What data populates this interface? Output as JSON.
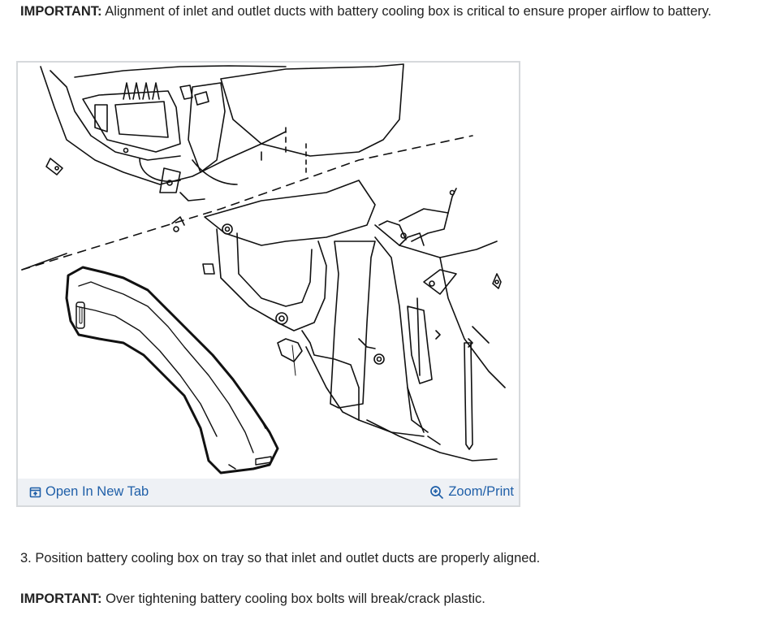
{
  "important_top": {
    "label": "IMPORTANT:",
    "text": " Alignment of inlet and outlet ducts with battery cooling box is critical to ensure proper airflow to battery."
  },
  "figure": {
    "open_new_tab": "Open In New Tab",
    "zoom_print": "Zoom/Print",
    "accent_color": "#1f5fa8"
  },
  "step_3": "3. Position battery cooling box on tray so that inlet and outlet ducts are properly aligned.",
  "important_bottom": {
    "label": "IMPORTANT:",
    "text": " Over tightening battery cooling box bolts will break/crack plastic."
  }
}
